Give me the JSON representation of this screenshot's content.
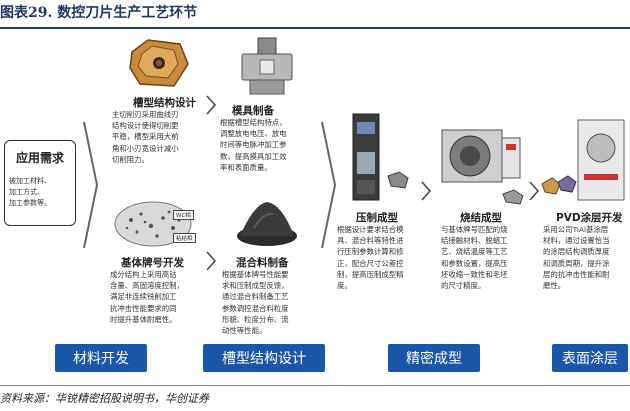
{
  "title": "图表29.  数控刀片生产工艺环节",
  "need": {
    "heading": "应用需求",
    "body": "被加工材料、\n加工方式、\n加工参数等。"
  },
  "groove": {
    "heading": "槽型结构设计",
    "body": "主切削刃采用曲线刃\n结构设计使得切削更\n平稳，槽型采用大前\n角和小刃宽设计减小\n切削阻力。"
  },
  "mold": {
    "heading": "模具制备",
    "body": "根据槽型结构特点，\n调整放电电压、放电\n时间等电脉冲加工参\n数，提高摸具加工效\n率和表面质量。"
  },
  "substrate": {
    "heading": "基体牌号开发",
    "body": "成分结构上采用高钴\n含量、高固溶度控制，\n满足非连续铣削加工\n抗冲击性能要求的同\n时提升基体耐磨性。",
    "tag_wc": "WC相",
    "tag_binder": "粘结相"
  },
  "mixing": {
    "heading": "混合料制备",
    "body": "根据基体牌号性能要\n求和压制成型反馈，\n通过混合料制备工艺\n参数调控混合料粒度\n形貌、粒度分布、流\n动性等性能。"
  },
  "pressing": {
    "heading": "压制成型",
    "body": "根据设计要求结合模\n具、混合料等特性进\n行压制参数计算和修\n正，配合尺寸公差控\n制，提高压制成型精\n度。"
  },
  "sintering": {
    "heading": "烧结成型",
    "body": "与基体牌号匹配的烧\n结接触材料、脱蜡工\n艺、烧结温度等工艺\n和参数设置，提高压\n坯收缩一致性和毛坯\n的尺寸精度。"
  },
  "pvd": {
    "heading": "PVD涂层开发",
    "body": "采用公司TiAl基涂层\n材料，通过设置恰当\n的涂层结构调质厚度\n和调质周期，提升涂\n层的抗冲击性能和耐\n磨性。"
  },
  "labels": [
    "材料开发",
    "槽型结构设计",
    "精密成型",
    "表面涂层"
  ],
  "source": "资料来源：华锐精密招股说明书，华创证券",
  "colors": {
    "accent": "#1a57a8",
    "title": "#1f3864"
  }
}
